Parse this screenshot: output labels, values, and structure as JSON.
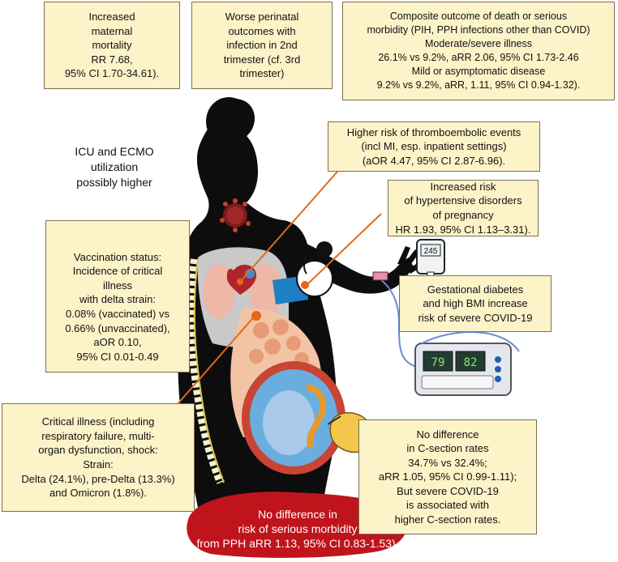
{
  "boxes": {
    "mortality": [
      "Increased",
      "maternal",
      "mortality",
      "RR 7.68,",
      "95% CI 1.70-34.61)."
    ],
    "perinatal": [
      "Worse perinatal",
      "outcomes with",
      "infection in 2nd",
      "trimester (cf. 3rd",
      "trimester)"
    ],
    "composite": [
      "Composite outcome of death or serious",
      "morbidity (PIH, PPH infections other than COVID)",
      "Moderate/severe illness",
      "26.1% vs 9.2%, aRR 2.06, 95% CI 1.73-2.46",
      "Mild or asymptomatic disease",
      "9.2% vs 9.2%, aRR, 1.11, 95% CI 0.94-1.32)."
    ],
    "icu": [
      "ICU and ECMO",
      "utilization",
      "possibly higher"
    ],
    "thrombo": [
      "Higher risk of thromboembolic events",
      "(incl MI, esp. inpatient settings)",
      "(aOR 4.47, 95% CI 2.87-6.96)."
    ],
    "hypertensive": [
      "Increased risk",
      "of hypertensive disorders",
      "of pregnancy",
      "HR 1.93, 95% CI 1.13–3.31)."
    ],
    "vaccination": [
      "Vaccination status:",
      "Incidence of critical",
      "illness",
      "with delta strain:",
      "0.08% (vaccinated) vs",
      "0.66% (unvaccinated),",
      "aOR 0.10,",
      "95% CI 0.01-0.49"
    ],
    "diabetes": [
      "Gestational diabetes",
      "and high BMI increase",
      "risk of severe COVID-19"
    ],
    "critical": [
      "Critical illness (including",
      "respiratory failure, multi-",
      "organ dysfunction, shock:",
      "Strain:",
      "Delta (24.1%), pre-Delta (13.3%)",
      "and Omicron (1.8%)."
    ],
    "csection": [
      "No difference",
      "in C-section rates",
      "34.7% vs 32.4%;",
      "aRR 1.05, 95% CI 0.99-1.11);",
      "But severe COVID-19",
      "is associated with",
      "higher C-section rates."
    ],
    "pph": [
      "No difference in",
      "risk of serious morbidity",
      "from PPH aRR 1.13, 95% CI 0.83-1.53)."
    ]
  },
  "device": {
    "glucometer_reading": "245",
    "pump_left": "79",
    "pump_right": "82"
  },
  "colors": {
    "box_fill": "#fdf3c8",
    "silhouette": "#0d0d0d",
    "pph_blood": "#c0141c",
    "callout_line": "#e2681c",
    "cuff": "#1e7fc4",
    "amniotic": "#6aaee0"
  }
}
